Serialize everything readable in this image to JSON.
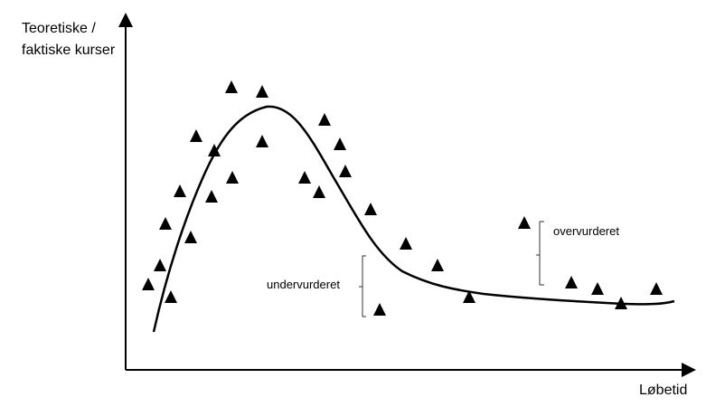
{
  "y_axis": {
    "title_line1": "Teoretiske /",
    "title_line2": "faktiske kurser"
  },
  "x_axis": {
    "title": "Løbetid"
  },
  "annotations": {
    "over": "overvurderet",
    "under": "undervurderet"
  },
  "colors": {
    "ink": "#000000",
    "background": "#ffffff"
  },
  "marker_shape": "filled-triangle"
}
